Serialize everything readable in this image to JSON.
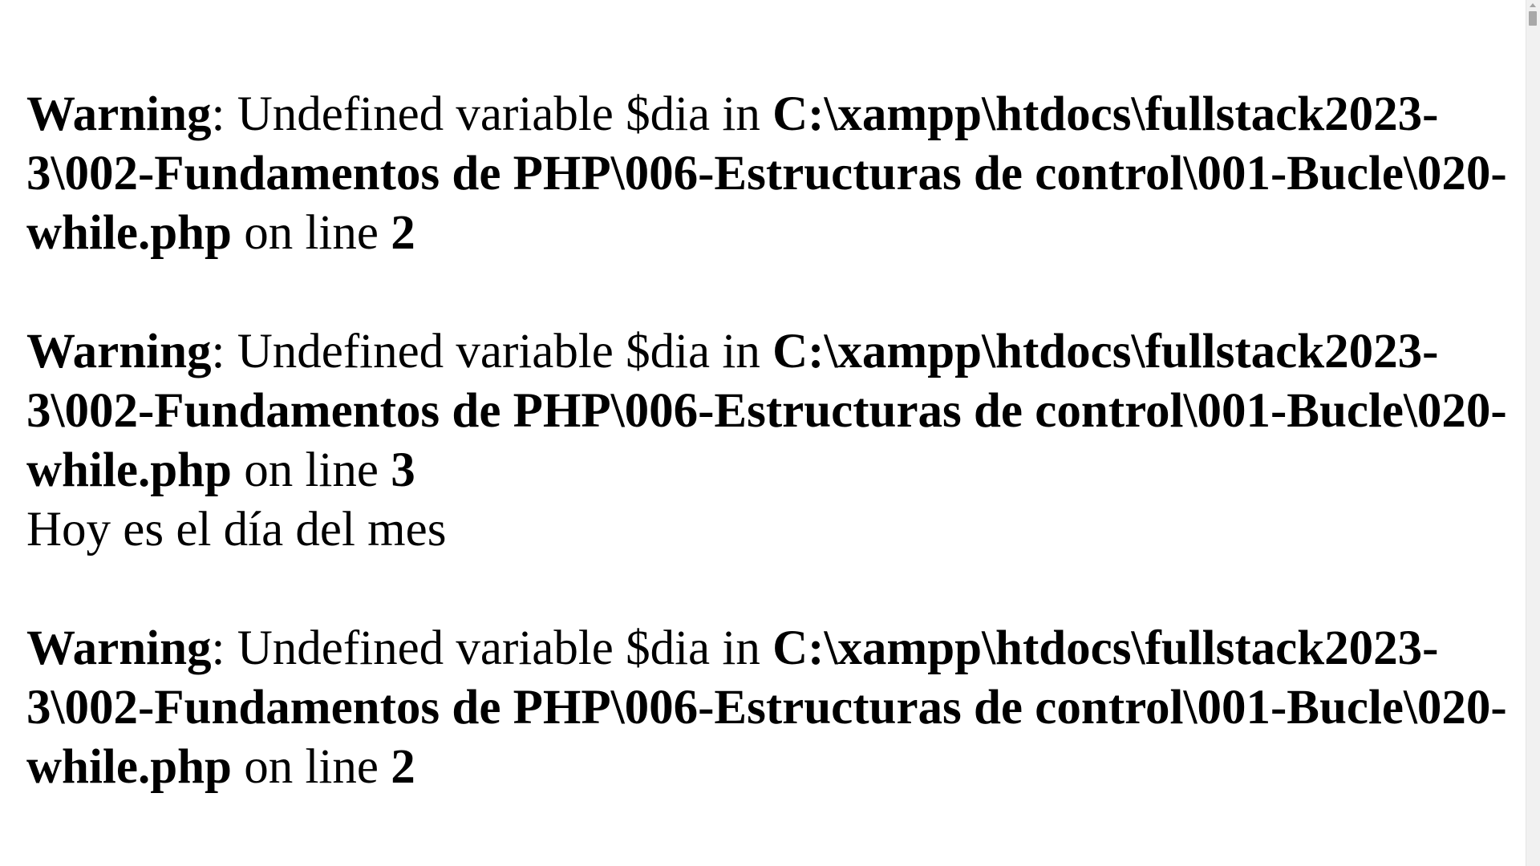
{
  "warnings": [
    {
      "label": "Warning",
      "message": ": Undefined variable $dia in ",
      "path": "C:\\xampp\\htdocs\\fullstack2023-3\\002-Fundamentos de PHP\\006-Estructuras de control\\001-Bucle\\020-while.php",
      "line_text": " on line ",
      "line_number": "2"
    },
    {
      "label": "Warning",
      "message": ": Undefined variable $dia in ",
      "path": "C:\\xampp\\htdocs\\fullstack2023-3\\002-Fundamentos de PHP\\006-Estructuras de control\\001-Bucle\\020-while.php",
      "line_text": " on line ",
      "line_number": "3"
    },
    {
      "label": "Warning",
      "message": ": Undefined variable $dia in ",
      "path": "C:\\xampp\\htdocs\\fullstack2023-3\\002-Fundamentos de PHP\\006-Estructuras de control\\001-Bucle\\020-while.php",
      "line_text": " on line ",
      "line_number": "2"
    }
  ],
  "output_text": "Hoy es el día del mes"
}
